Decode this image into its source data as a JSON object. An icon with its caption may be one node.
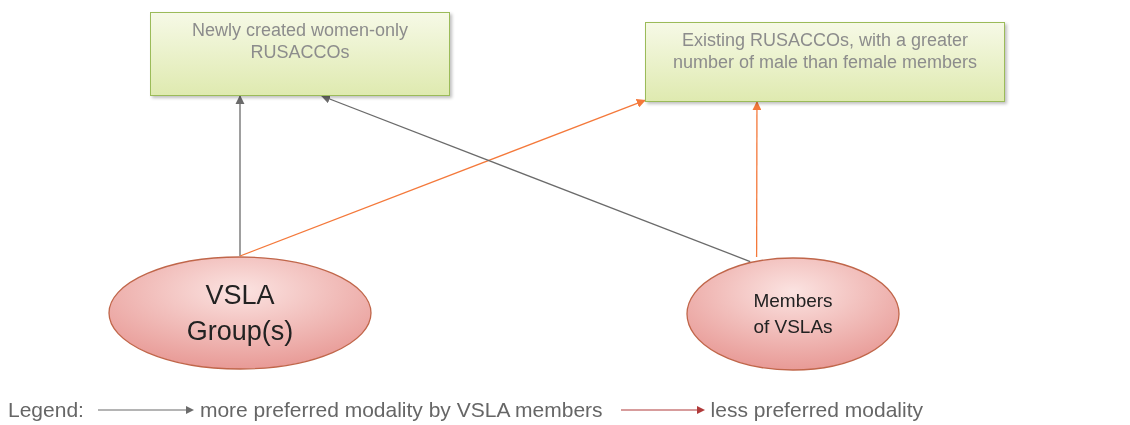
{
  "diagram": {
    "nodes": [
      {
        "text": [
          "Newly created women-only RUSACCOs"
        ]
      },
      {
        "text": [
          "Existing RUSACCOs, with a greater number of male than female members"
        ]
      },
      {
        "text": [
          "VSLA Group(s)"
        ]
      },
      {
        "text": [
          "Members of VSLAs"
        ]
      }
    ],
    "edges": [
      {
        "from": 2,
        "to": 0,
        "arrow": "to"
      },
      {
        "from": 2,
        "to": 1,
        "arrow": "to",
        "color": "#f4793b"
      },
      {
        "from": 3,
        "to": 0,
        "arrow": "to"
      },
      {
        "from": 3,
        "to": 1,
        "arrow": "to",
        "color": "#f4793b"
      }
    ],
    "labels": [
      "Legend:"
    ],
    "legend": [
      {
        "text": "more preferred modality by VSLA members"
      },
      {
        "text": "less preferred modality"
      }
    ]
  }
}
